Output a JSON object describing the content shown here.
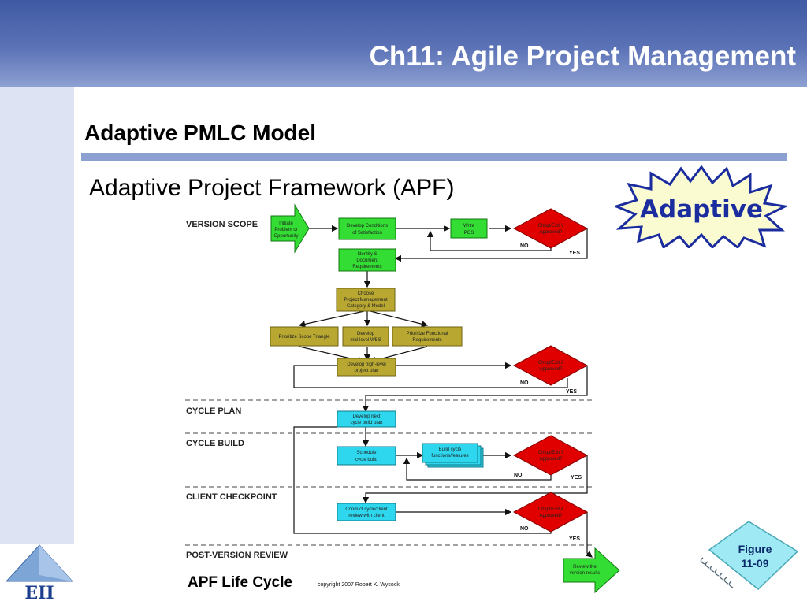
{
  "header": {
    "title": "Ch11: Agile Project Management"
  },
  "slide": {
    "heading": "Adaptive PMLC Model",
    "subheading": "Adaptive Project Framework (APF)"
  },
  "badge": {
    "text": "Adaptive"
  },
  "figure_tag": {
    "line1": "Figure",
    "line2": "11-09"
  },
  "logo": {
    "text": "EII"
  },
  "diagram": {
    "lanes": {
      "version_scope": "VERSION SCOPE",
      "cycle_plan": "CYCLE PLAN",
      "cycle_build": "CYCLE BUILD",
      "client_checkpoint": "CLIENT CHECKPOINT",
      "post_version_review": "POST-VERSION REVIEW"
    },
    "nodes": {
      "initiate": [
        "Initiate",
        "Problem or",
        "Opportunity"
      ],
      "develop_cos": [
        "Develop Conditions",
        "of Satisfaction"
      ],
      "write_pos": [
        "Write",
        "POS"
      ],
      "decision1": [
        "Chkpt/Exit Y",
        "Approved?"
      ],
      "identify_docs": [
        "Identify &",
        "Document",
        "Requirements"
      ],
      "choose_model": [
        "Choose",
        "Project Management",
        "Category & Model"
      ],
      "prioritize_scope": [
        "Prioritize Scope Triangle"
      ],
      "develop_wbs": [
        "Develop",
        "mid-level WBS"
      ],
      "prioritize_func": [
        "Prioritize Functional",
        "Requirements"
      ],
      "develop_plan": [
        "Develop high-level",
        "project plan"
      ],
      "decision2": [
        "Chkpt/Exit 2",
        "Approved?"
      ],
      "next_cycle": [
        "Develop next",
        "cycle build plan"
      ],
      "schedule_cycle": [
        "Schedule",
        "cycle build"
      ],
      "build_cycle": [
        "Build cycle",
        "functions/features"
      ],
      "decision3": [
        "Chkpt/Exit 3",
        "Approved?"
      ],
      "review_client": [
        "Conduct cycle/client",
        "review with client"
      ],
      "decision4": [
        "Chkpt/Exit 4",
        "Approved?"
      ],
      "review_version": [
        "Review the",
        "version results"
      ]
    },
    "edge_labels": {
      "no": "NO",
      "yes": "YES"
    },
    "footer_title": "APF Life Cycle",
    "copyright": "copyright 2007 Robert K. Wysocki"
  }
}
